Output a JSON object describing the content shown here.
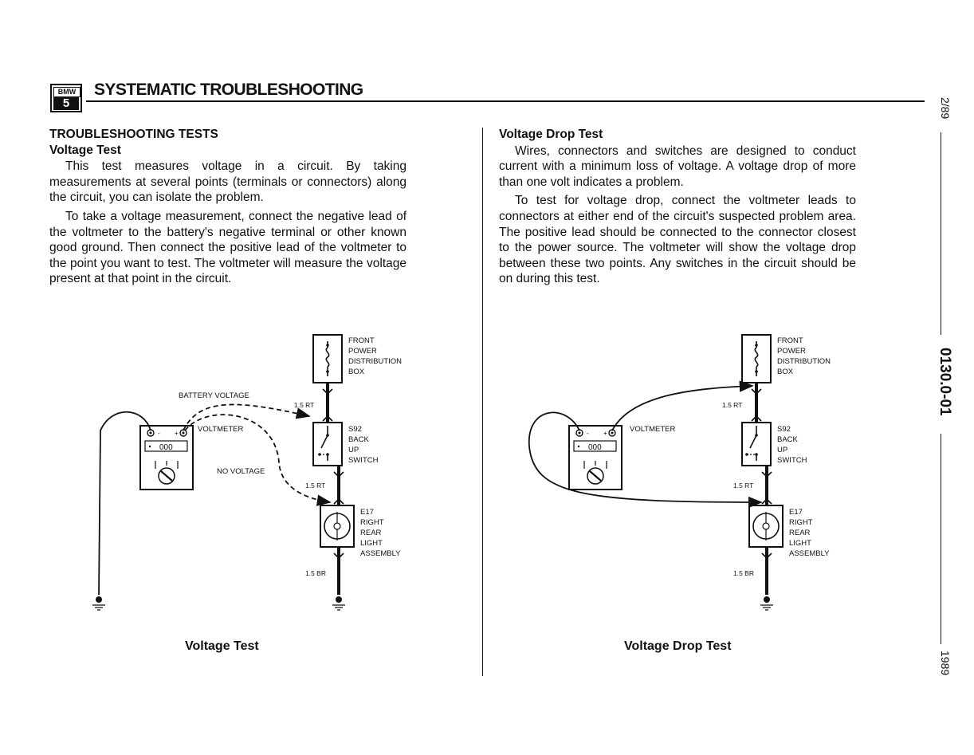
{
  "header": {
    "logo_brand": "BMW",
    "logo_model": "5",
    "title": "SYSTEMATIC TROUBLESHOOTING"
  },
  "left": {
    "section_heading": "TROUBLESHOOTING TESTS",
    "sub_heading": "Voltage Test",
    "paragraphs": [
      "This test measures voltage in a circuit. By taking measurements at several points (terminals or connectors) along the circuit, you can isolate the problem.",
      "To take a voltage measurement, connect the negative lead of the voltmeter to the battery's negative terminal or other known good ground. Then connect the positive lead of the voltmeter to the point you want to test. The voltmeter will measure the voltage present at that point in the circuit."
    ],
    "caption": "Voltage Test"
  },
  "right": {
    "sub_heading": "Voltage Drop Test",
    "paragraphs": [
      "Wires, connectors and switches are designed to conduct current with a minimum loss of voltage. A voltage drop of more than one volt indicates a problem.",
      "To test for voltage drop, connect the voltmeter leads to connectors at either end of the circuit's suspected problem area. The positive lead should be connected to the connector closest to the power source. The voltmeter will show the voltage drop between these two points. Any switches in the circuit should be on during this test."
    ],
    "caption": "Voltage Drop Test"
  },
  "diagram_left": {
    "box_label": [
      "FRONT",
      "POWER",
      "DISTRIBUTION",
      "BOX"
    ],
    "switch_label": [
      "S92",
      "BACK",
      "UP",
      "SWITCH"
    ],
    "light_label": [
      "E17",
      "RIGHT",
      "REAR",
      "LIGHT",
      "ASSEMBLY"
    ],
    "wire_top": "1.5 RT",
    "wire_mid": "1.5 RT",
    "wire_bottom": "1.5 BR",
    "meter_label": "VOLTMETER",
    "meter_display": "000",
    "battery_voltage": "BATTERY VOLTAGE",
    "no_voltage": "NO VOLTAGE"
  },
  "diagram_right": {
    "box_label": [
      "FRONT",
      "POWER",
      "DISTRIBUTION",
      "BOX"
    ],
    "switch_label": [
      "S92",
      "BACK",
      "UP",
      "SWITCH"
    ],
    "light_label": [
      "E17",
      "RIGHT",
      "REAR",
      "LIGHT",
      "ASSEMBLY"
    ],
    "wire_top": "1.5 RT",
    "wire_mid": "1.5 RT",
    "wire_bottom": "1.5 BR",
    "meter_label": "VOLTMETER",
    "meter_display": "000"
  },
  "margin": {
    "date_top": "2/89",
    "section_code": "0130.0-01",
    "year": "1989"
  }
}
